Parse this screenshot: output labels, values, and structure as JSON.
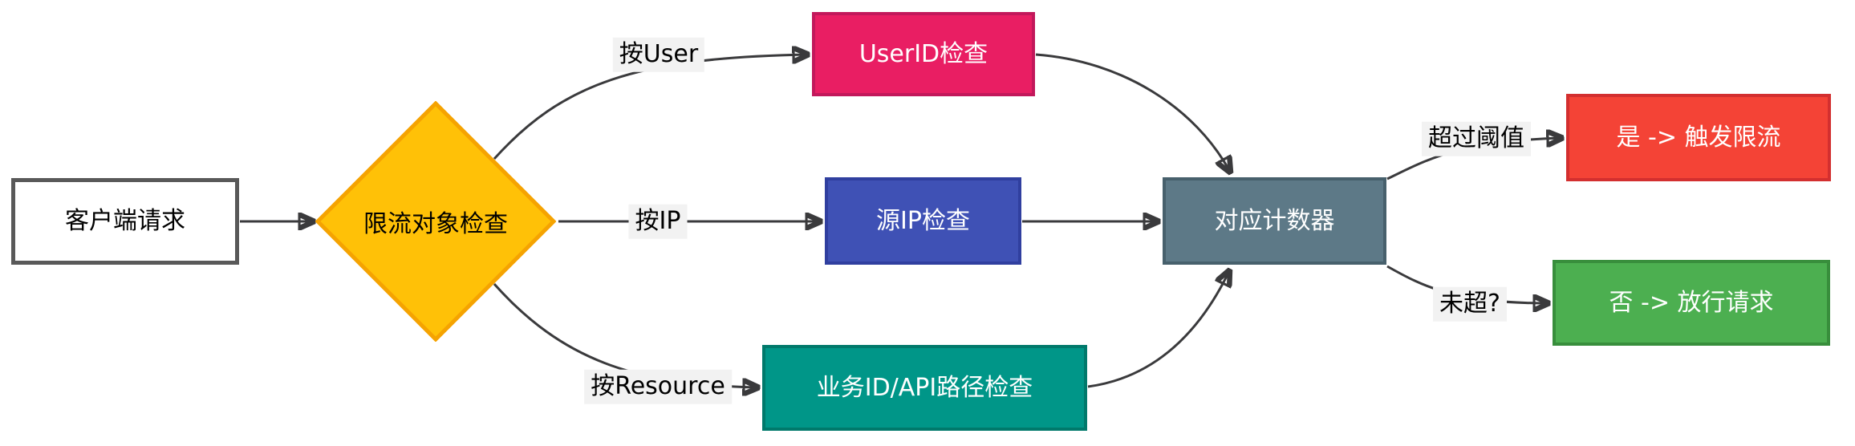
{
  "diagram": {
    "type": "flowchart",
    "background": "#ffffff",
    "edge_color": "#3a3a3c",
    "edge_label_background": "#f2f2f2",
    "nodes": {
      "client": {
        "label": "客户端请求",
        "shape": "rectangle",
        "fill": "#ffffff",
        "border": "#595959",
        "text_color": "#000000"
      },
      "decision": {
        "label": "限流对象检查",
        "shape": "diamond",
        "fill": "#ffc107",
        "border": "#f5a301",
        "text_color": "#000000"
      },
      "user_check": {
        "label": "UserID检查",
        "shape": "rectangle",
        "fill": "#e91e63",
        "border": "#c2185b",
        "text_color": "#ffffff"
      },
      "ip_check": {
        "label": "源IP检查",
        "shape": "rectangle",
        "fill": "#3f51b5",
        "border": "#303f9f",
        "text_color": "#ffffff"
      },
      "resource_check": {
        "label": "业务ID/API路径检查",
        "shape": "rectangle",
        "fill": "#009688",
        "border": "#00796b",
        "text_color": "#ffffff"
      },
      "counter": {
        "label": "对应计数器",
        "shape": "rectangle",
        "fill": "#5d7987",
        "border": "#47606c",
        "text_color": "#ffffff"
      },
      "trigger_limit": {
        "label": "是 -> 触发限流",
        "shape": "rectangle",
        "fill": "#f44336",
        "border": "#d32f2f",
        "text_color": "#ffffff"
      },
      "allow_request": {
        "label": "否 -> 放行请求",
        "shape": "rectangle",
        "fill": "#4caf50",
        "border": "#388e3c",
        "text_color": "#ffffff"
      }
    },
    "edge_labels": {
      "by_user": "按User",
      "by_ip": "按IP",
      "by_resource": "按Resource",
      "over_threshold": "超过阈值",
      "not_over": "未超?"
    }
  }
}
